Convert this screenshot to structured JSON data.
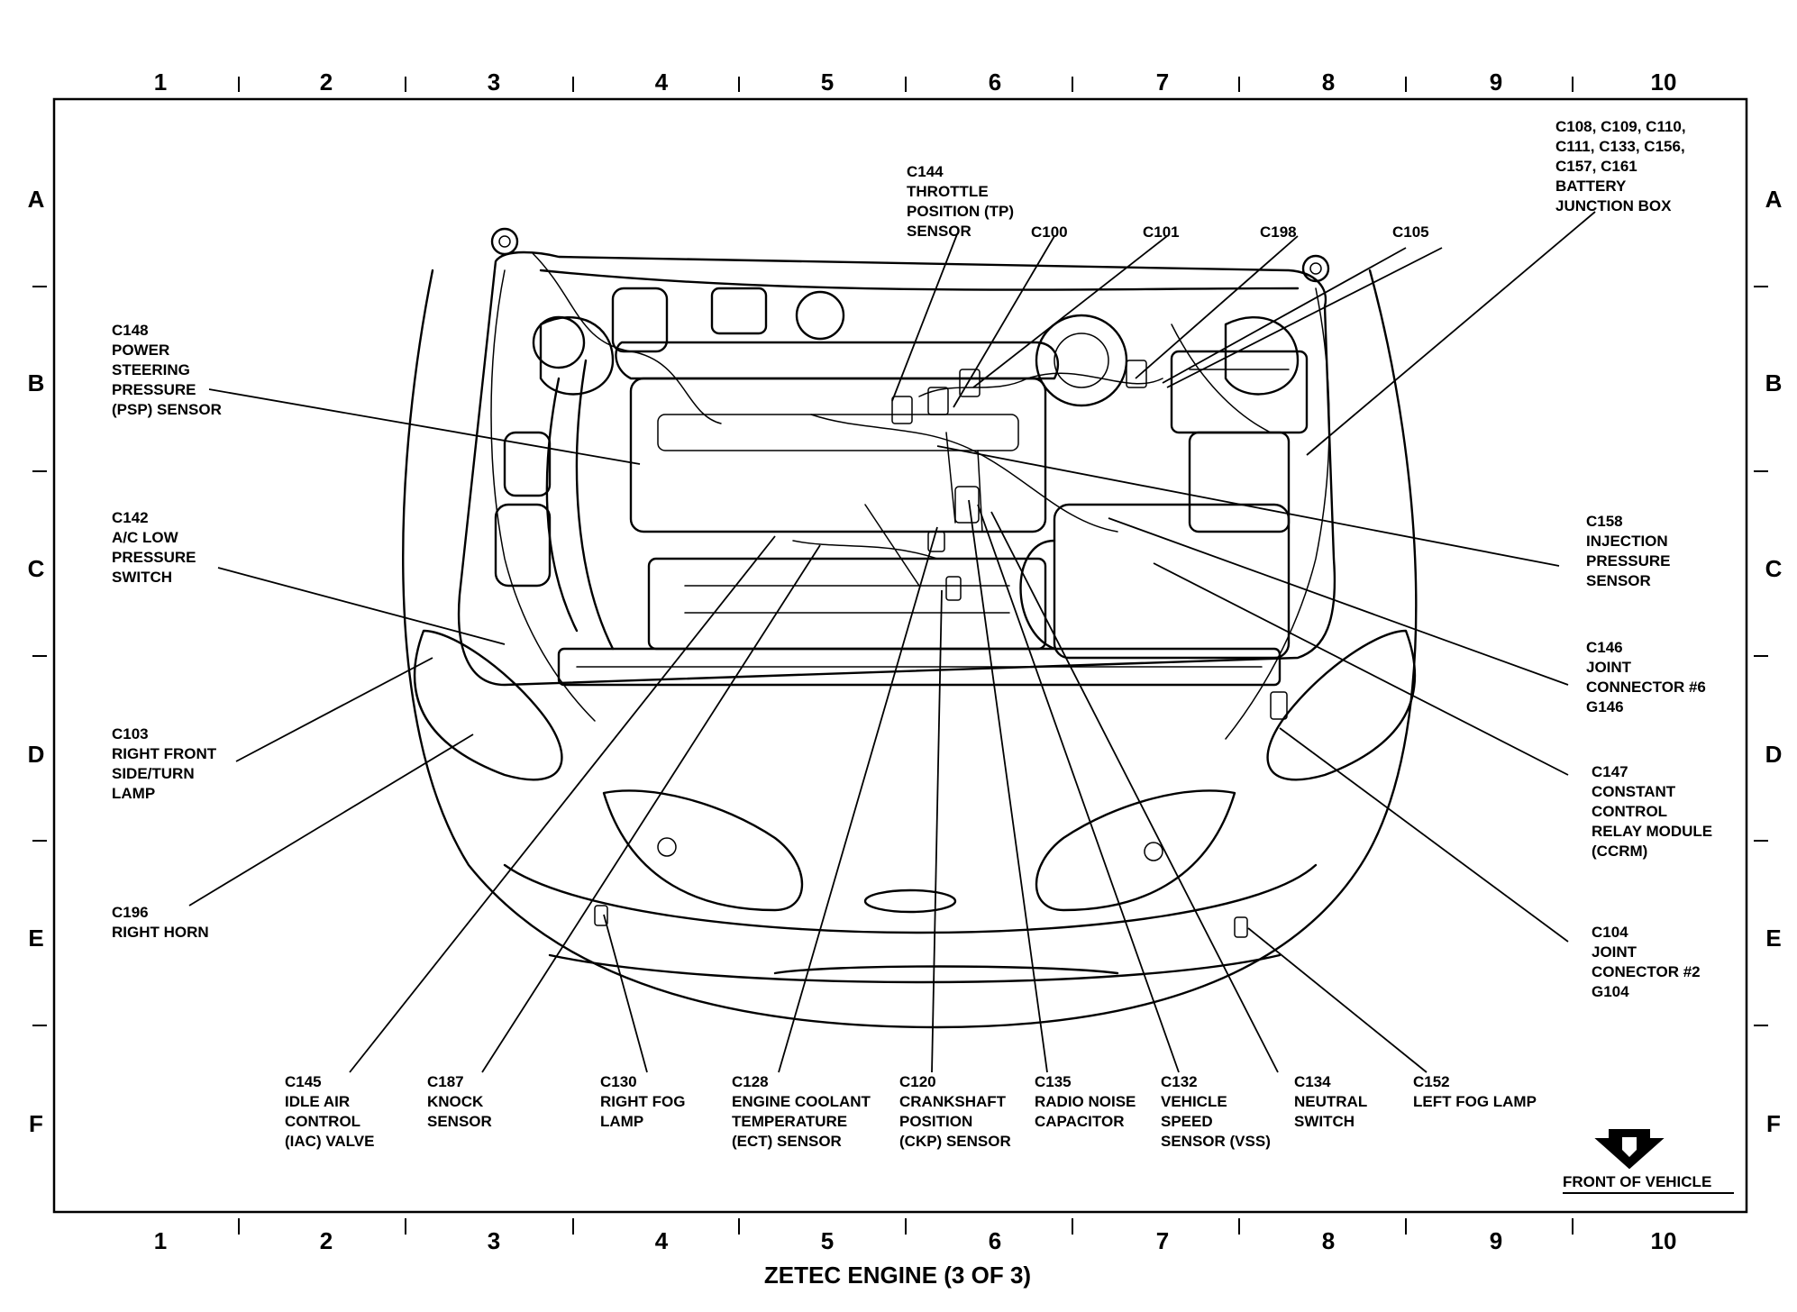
{
  "columns": [
    "1",
    "2",
    "3",
    "4",
    "5",
    "6",
    "7",
    "8",
    "9",
    "10"
  ],
  "rows": [
    "A",
    "B",
    "C",
    "D",
    "E",
    "F"
  ],
  "title": "ZETEC ENGINE (3 OF 3)",
  "front_of_vehicle": "FRONT OF VEHICLE",
  "labels": {
    "c108": [
      "C108, C109, C110,",
      "C111, C133, C156,",
      "C157, C161",
      "BATTERY",
      "JUNCTION BOX"
    ],
    "c144": [
      "C144",
      "THROTTLE",
      "POSITION (TP)",
      "SENSOR"
    ],
    "c100": [
      "C100"
    ],
    "c101": [
      "C101"
    ],
    "c198": [
      "C198"
    ],
    "c105": [
      "C105"
    ],
    "c148": [
      "C148",
      "POWER",
      "STEERING",
      "PRESSURE",
      "(PSP) SENSOR"
    ],
    "c142": [
      "C142",
      "A/C LOW",
      "PRESSURE",
      "SWITCH"
    ],
    "c103": [
      "C103",
      "RIGHT FRONT",
      "SIDE/TURN",
      "LAMP"
    ],
    "c196": [
      "C196",
      "RIGHT HORN"
    ],
    "c158": [
      "C158",
      "INJECTION",
      "PRESSURE",
      "SENSOR"
    ],
    "c146": [
      "C146",
      "JOINT",
      "CONNECTOR #6",
      "G146"
    ],
    "c147": [
      "C147",
      "CONSTANT",
      "CONTROL",
      "RELAY MODULE",
      "(CCRM)"
    ],
    "c104": [
      "C104",
      "JOINT",
      "CONECTOR #2",
      "G104"
    ],
    "c145": [
      "C145",
      "IDLE AIR",
      "CONTROL",
      "(IAC) VALVE"
    ],
    "c187": [
      "C187",
      "KNOCK",
      "SENSOR"
    ],
    "c130": [
      "C130",
      "RIGHT FOG",
      "LAMP"
    ],
    "c128": [
      "C128",
      "ENGINE COOLANT",
      "TEMPERATURE",
      "(ECT) SENSOR"
    ],
    "c120": [
      "C120",
      "CRANKSHAFT",
      "POSITION",
      "(CKP) SENSOR"
    ],
    "c135": [
      "C135",
      "RADIO NOISE",
      "CAPACITOR"
    ],
    "c132": [
      "C132",
      "VEHICLE",
      "SPEED",
      "SENSOR (VSS)"
    ],
    "c134": [
      "C134",
      "NEUTRAL",
      "SWITCH"
    ],
    "c152": [
      "C152",
      "LEFT FOG LAMP"
    ]
  }
}
